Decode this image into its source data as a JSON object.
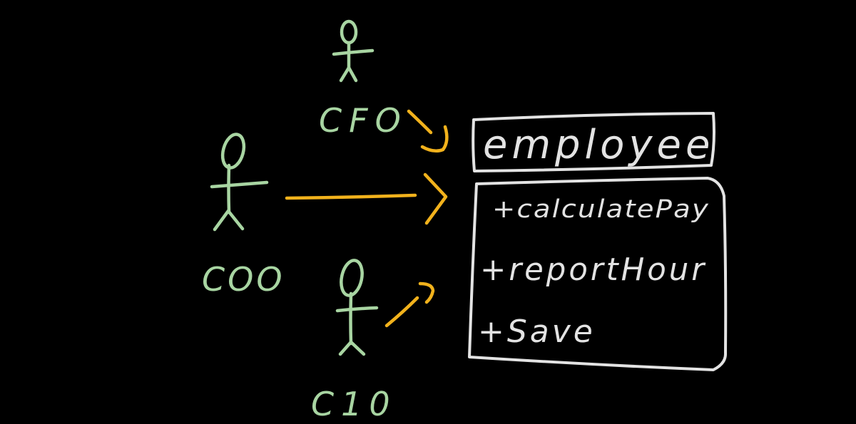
{
  "colors": {
    "background": "#000000",
    "actor": "#a8d5a2",
    "arrow": "#f2b21c",
    "class_box": "#e3e3e3"
  },
  "actors": [
    {
      "id": "cfo",
      "label": "CFO"
    },
    {
      "id": "coo",
      "label": "COO"
    },
    {
      "id": "cto",
      "label": "C10"
    }
  ],
  "class_box": {
    "name": "employee",
    "methods": [
      "+calculatePay",
      "+reportHour",
      "+Save"
    ]
  }
}
